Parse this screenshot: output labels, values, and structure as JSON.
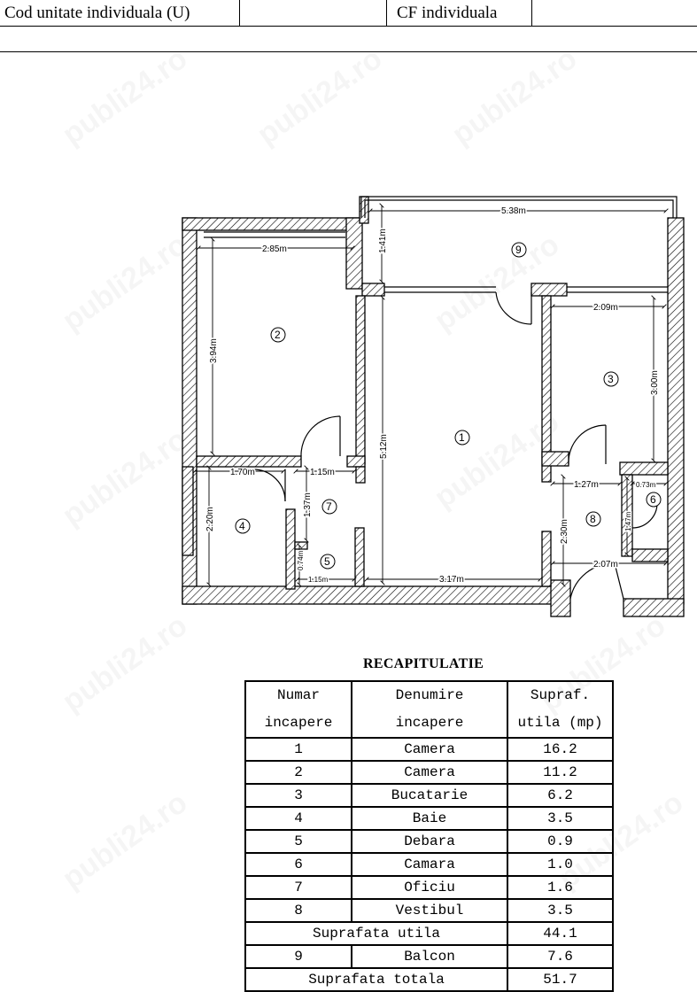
{
  "header": {
    "cod_label": "Cod unitate individuala (U)",
    "cod_value": "",
    "cf_label": "CF individuala",
    "cf_value": ""
  },
  "plan": {
    "dimensions": {
      "d538": "5.38m",
      "d141": "1.41m",
      "d285": "2.85m",
      "d394": "3.94m",
      "d209": "2.09m",
      "d300": "3.00m",
      "d512": "5.12m",
      "d170": "1.70m",
      "d115a": "1.15m",
      "d137": "1.37m",
      "d220": "2.20m",
      "d074": "0.74m",
      "d115b": "1.15m",
      "d317": "3.17m",
      "d127": "1.27m",
      "d073": "0.73m",
      "d147": "1.47m",
      "d230": "2.30m",
      "d207": "2.07m"
    },
    "rooms": [
      "1",
      "2",
      "3",
      "4",
      "5",
      "6",
      "7",
      "8",
      "9"
    ]
  },
  "watermark": "publi24.ro",
  "recap": {
    "title": "RECAPITULATIE",
    "headers": {
      "num_top": "Numar",
      "num_bottom": "incapere",
      "name_top": "Denumire",
      "name_bottom": "incapere",
      "area_top": "Supraf.",
      "area_bottom": "utila (mp)"
    },
    "rows": [
      {
        "num": "1",
        "name": "Camera",
        "area": "16.2"
      },
      {
        "num": "2",
        "name": "Camera",
        "area": "11.2"
      },
      {
        "num": "3",
        "name": "Bucatarie",
        "area": "6.2"
      },
      {
        "num": "4",
        "name": "Baie",
        "area": "3.5"
      },
      {
        "num": "5",
        "name": "Debara",
        "area": "0.9"
      },
      {
        "num": "6",
        "name": "Camara",
        "area": "1.0"
      },
      {
        "num": "7",
        "name": "Oficiu",
        "area": "1.6"
      },
      {
        "num": "8",
        "name": "Vestibul",
        "area": "3.5"
      }
    ],
    "utila_label": "Suprafata utila",
    "utila_value": "44.1",
    "balcon": {
      "num": "9",
      "name": "Balcon",
      "area": "7.6"
    },
    "totala_label": "Suprafata totala",
    "totala_value": "51.7"
  }
}
